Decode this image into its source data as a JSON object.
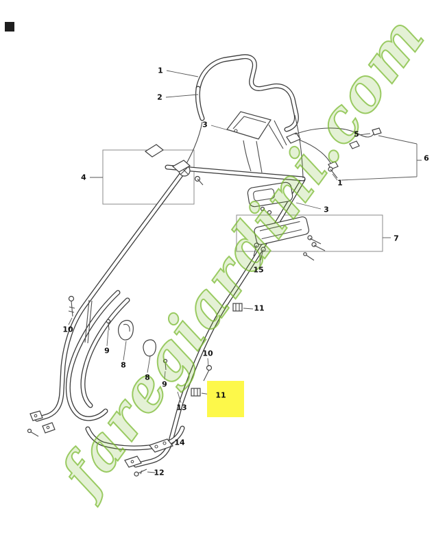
{
  "page": {
    "background": "#ffffff"
  },
  "watermark": {
    "text": "faregiardini.com",
    "color": "#76b82a"
  },
  "highlight": {
    "color": "#fdf84a"
  },
  "diagram": {
    "kind": "exploded-parts-diagram",
    "subject": "mower-handle-assembly"
  },
  "callouts": [
    {
      "label": "1"
    },
    {
      "label": "2"
    },
    {
      "label": "3"
    },
    {
      "label": "4"
    },
    {
      "label": "5"
    },
    {
      "label": "6"
    },
    {
      "label": "1"
    },
    {
      "label": "3"
    },
    {
      "label": "7"
    },
    {
      "label": "15"
    },
    {
      "label": "11"
    },
    {
      "label": "10"
    },
    {
      "label": "9"
    },
    {
      "label": "8"
    },
    {
      "label": "8"
    },
    {
      "label": "9"
    },
    {
      "label": "10"
    },
    {
      "label": "11"
    },
    {
      "label": "13"
    },
    {
      "label": "14"
    },
    {
      "label": "12"
    }
  ]
}
